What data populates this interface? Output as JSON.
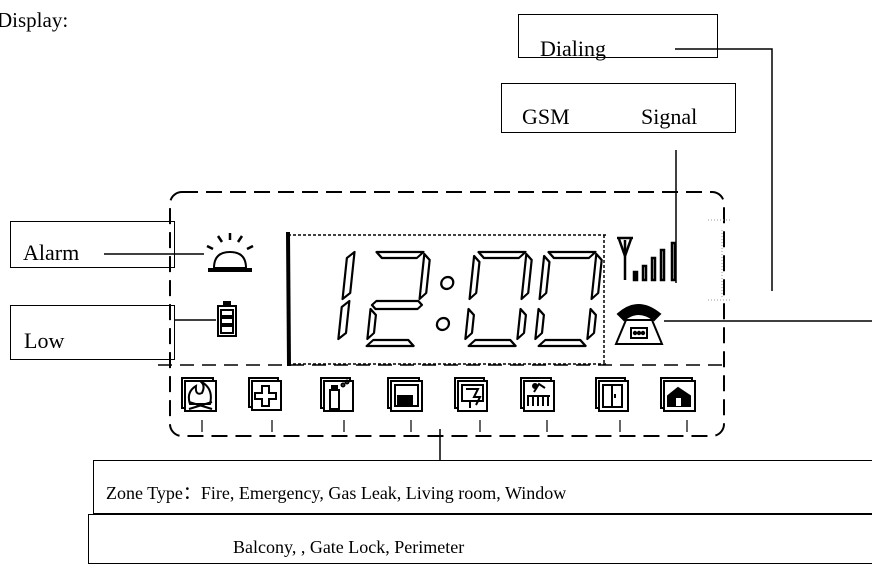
{
  "heading": "Display:",
  "labels": {
    "dialing": "Dialing",
    "gsm": "GSM",
    "signal": "Signal",
    "alarm": "Alarm",
    "low": "Low"
  },
  "clock": "12:00",
  "zone_icons": [
    "fire-icon",
    "emergency-cross-icon",
    "gas-cylinder-icon",
    "living-room-icon",
    "window-icon",
    "balcony-icon",
    "gate-lock-icon",
    "perimeter-icon"
  ],
  "zone_type": {
    "line1": "Zone Type：Fire, Emergency, Gas Leak, Living room, Window",
    "line2": "Balcony, , Gate Lock, Perimeter"
  }
}
